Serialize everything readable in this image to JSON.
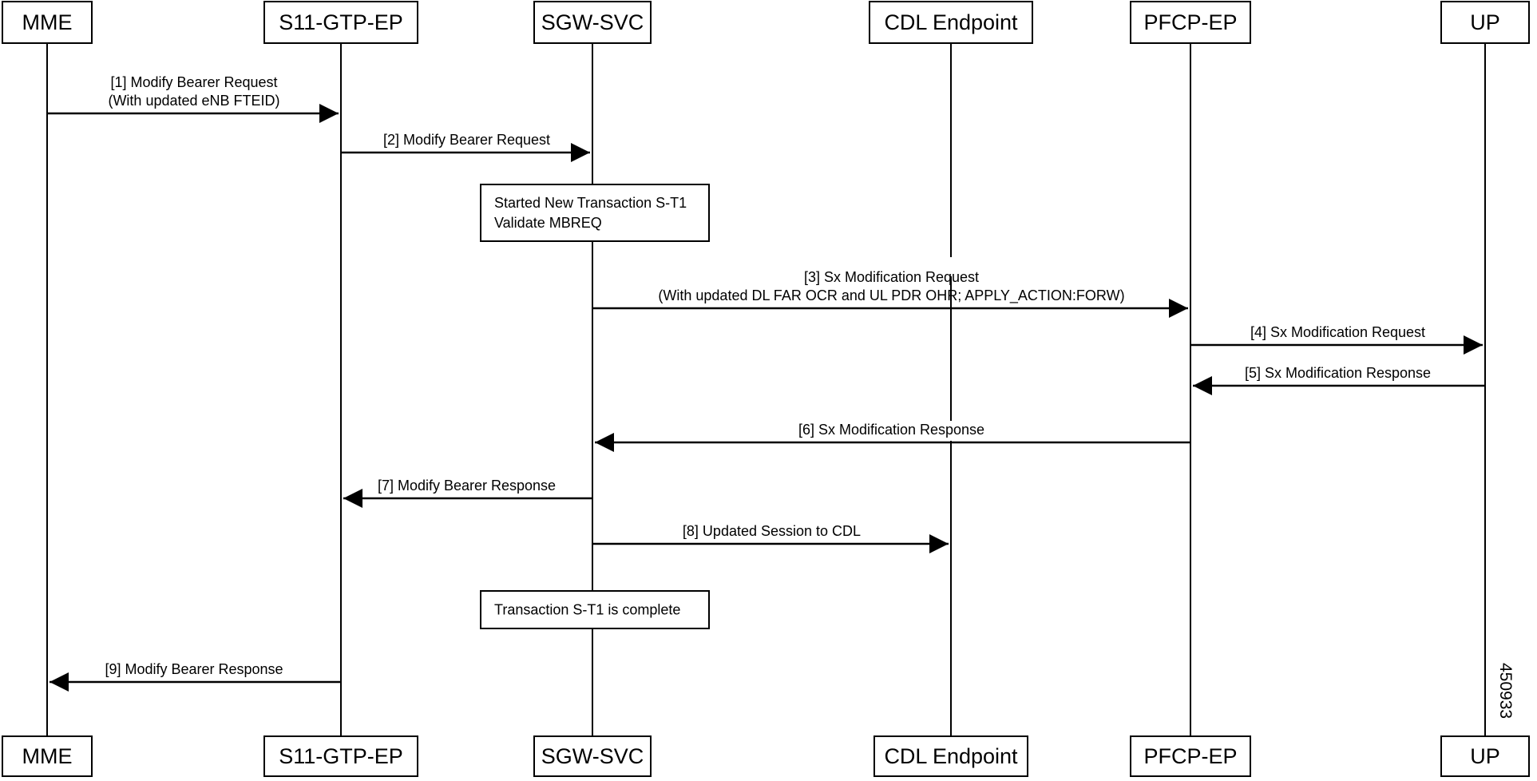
{
  "participants": [
    {
      "id": "mme",
      "label": "MME"
    },
    {
      "id": "s11",
      "label": "S11-GTP-EP"
    },
    {
      "id": "sgw",
      "label": "SGW-SVC"
    },
    {
      "id": "cdl",
      "label": "CDL Endpoint"
    },
    {
      "id": "pfcp",
      "label": "PFCP-EP"
    },
    {
      "id": "up",
      "label": "UP"
    }
  ],
  "messages": [
    {
      "from": "mme",
      "to": "s11",
      "lines": [
        "[1] Modify Bearer Request",
        "(With updated eNB FTEID)"
      ]
    },
    {
      "from": "s11",
      "to": "sgw",
      "lines": [
        "[2] Modify Bearer Request"
      ]
    },
    {
      "from": "sgw",
      "to": "pfcp",
      "lines": [
        "[3] Sx Modification Request",
        "(With updated DL FAR OCR and UL PDR OHR; APPLY_ACTION:FORW)"
      ]
    },
    {
      "from": "pfcp",
      "to": "up",
      "lines": [
        "[4] Sx Modification Request"
      ]
    },
    {
      "from": "up",
      "to": "pfcp",
      "lines": [
        "[5] Sx Modification Response"
      ]
    },
    {
      "from": "pfcp",
      "to": "sgw",
      "lines": [
        "[6] Sx Modification Response"
      ]
    },
    {
      "from": "sgw",
      "to": "s11",
      "lines": [
        "[7] Modify Bearer Response"
      ]
    },
    {
      "from": "sgw",
      "to": "cdl",
      "lines": [
        "[8] Updated Session to CDL"
      ]
    },
    {
      "from": "s11",
      "to": "mme",
      "lines": [
        "[9] Modify Bearer Response"
      ]
    }
  ],
  "notes": [
    {
      "over": "sgw",
      "lines": [
        "Started New Transaction S-T1",
        "Validate MBREQ"
      ]
    },
    {
      "over": "sgw",
      "lines": [
        "Transaction S-T1 is complete"
      ]
    }
  ],
  "figure_id": "450933"
}
